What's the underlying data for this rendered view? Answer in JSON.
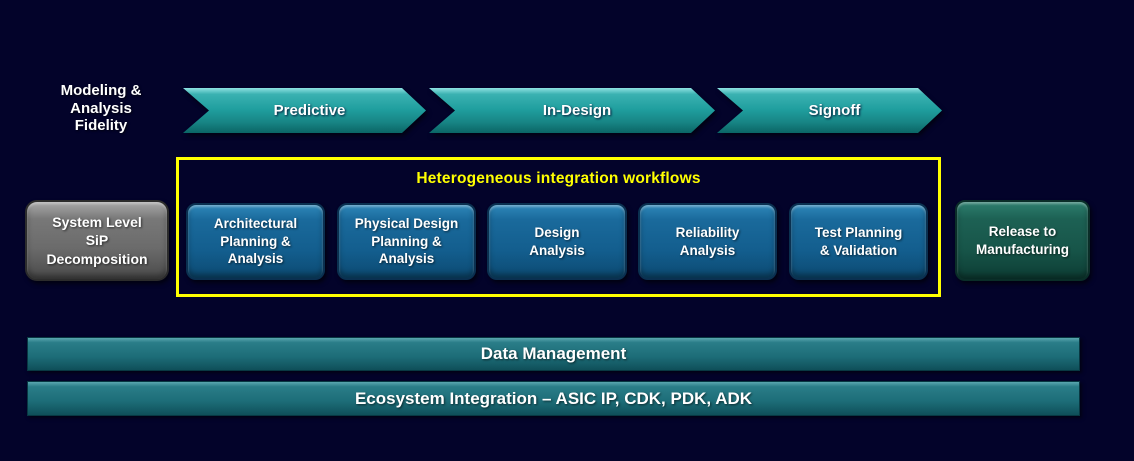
{
  "fidelity_label": "Modeling &\nAnalysis\nFidelity",
  "arrows": [
    {
      "label": "Predictive"
    },
    {
      "label": "In-Design"
    },
    {
      "label": "Signoff"
    }
  ],
  "workflow": {
    "title": "Heterogeneous integration workflows",
    "boxes": [
      {
        "label": "Architectural\nPlanning &\nAnalysis"
      },
      {
        "label": "Physical Design\nPlanning &\nAnalysis"
      },
      {
        "label": "Design\nAnalysis"
      },
      {
        "label": "Reliability\nAnalysis"
      },
      {
        "label": "Test Planning\n& Validation"
      }
    ]
  },
  "side_boxes": {
    "left": "System Level\nSiP\nDecomposition",
    "right": "Release to\nManufacturing"
  },
  "bars": [
    {
      "label": "Data Management"
    },
    {
      "label": "Ecosystem Integration – ASIC IP, CDK, PDK, ADK"
    }
  ],
  "colors": {
    "bg": "#03032a",
    "arrow-main": "#1f9e9e",
    "arrow-light": "#8fe2e2",
    "arrow-dark": "#0b6565",
    "yellow": "#ffff00",
    "box-blue": "#135e8e",
    "box-blue-light": "#2e86b8",
    "box-blue-dark": "#0c4a72",
    "box-blue-border": "#0a3050",
    "gray": "#6b6b6b",
    "gray-light": "#a9a9a9",
    "gray-dark": "#4a4a4a",
    "green": "#175549",
    "green-light": "#2d7f6e",
    "green-dark": "#0d3d34",
    "bar": "#1d6d78",
    "bar-light": "#5aa7b0",
    "bar-dark": "#0f4f59"
  }
}
